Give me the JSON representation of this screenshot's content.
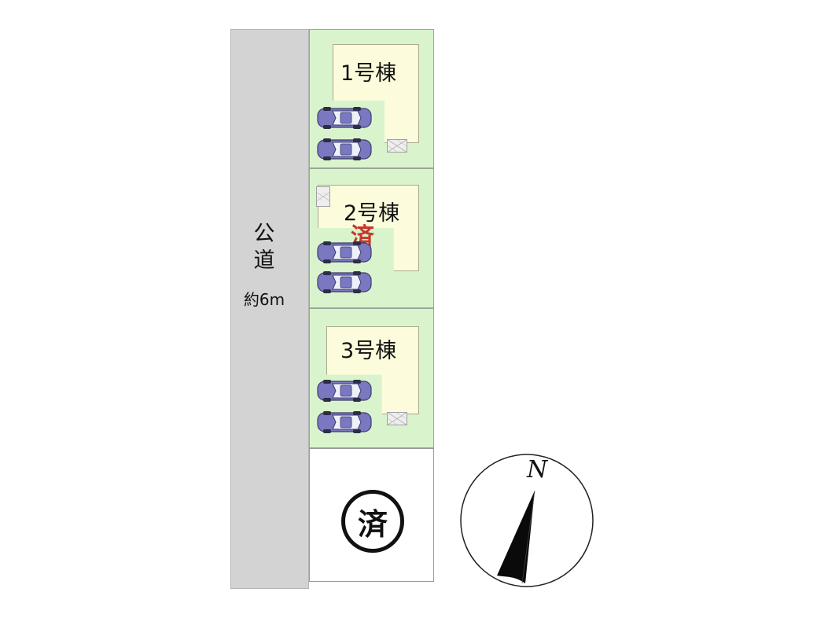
{
  "road": {
    "chars": [
      "公",
      "道"
    ],
    "width_label": "約6m"
  },
  "lots": [
    {
      "label": "1号棟",
      "sold_mark": ""
    },
    {
      "label": "2号棟",
      "sold_mark": "済"
    },
    {
      "label": "3号棟",
      "sold_mark": ""
    }
  ],
  "sold_lot": {
    "mark": "済"
  },
  "compass": {
    "label": "N"
  },
  "colors": {
    "lot_fill": "#d9f4cc",
    "house_fill": "#fcfcdc",
    "road_fill": "#d3d3d3",
    "car_body": "#7a78c0",
    "sold_red": "#c8362a"
  }
}
